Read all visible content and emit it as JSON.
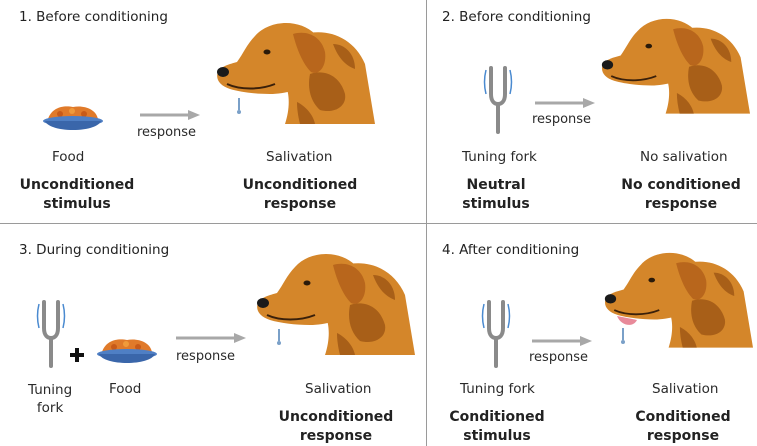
{
  "panels": [
    {
      "title": "1. Before conditioning",
      "stimulus": "Food",
      "arrow_label": "response",
      "response": "Salivation",
      "stimulus_type": [
        "Unconditioned",
        "stimulus"
      ],
      "response_type": [
        "Unconditioned",
        "response"
      ]
    },
    {
      "title": "2. Before conditioning",
      "stimulus": "Tuning fork",
      "arrow_label": "response",
      "response": "No salivation",
      "stimulus_type": [
        "Neutral",
        "stimulus"
      ],
      "response_type": [
        "No conditioned",
        "response"
      ]
    },
    {
      "title": "3. During conditioning",
      "stimulus_a": [
        "Tuning",
        "fork"
      ],
      "stimulus_b": "Food",
      "arrow_label": "response",
      "response": "Salivation",
      "response_type": [
        "Unconditioned",
        "response"
      ]
    },
    {
      "title": "4. After conditioning",
      "stimulus": "Tuning fork",
      "arrow_label": "response",
      "response": "Salivation",
      "stimulus_type": [
        "Conditioned",
        "stimulus"
      ],
      "response_type": [
        "Conditioned",
        "response"
      ]
    }
  ],
  "colors": {
    "dog_fur": "#d4862a",
    "dog_shadow": "#a85f18",
    "food": "#e07a2a",
    "bowl": "#4f7fc4",
    "fork": "#9a9a9a",
    "arrow": "#a8a8a8",
    "divider": "#9a9a9a"
  }
}
